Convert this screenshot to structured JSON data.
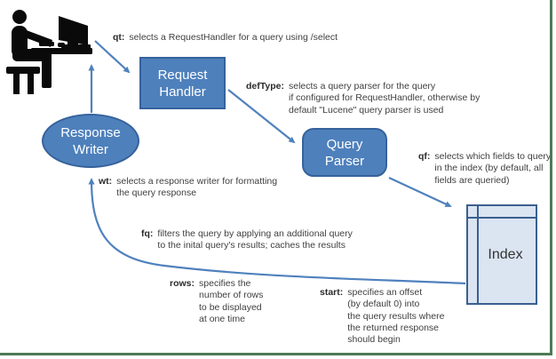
{
  "colors": {
    "node_fill": "#4E80BC",
    "node_border": "#36629B",
    "node_text": "#FFFFFF",
    "index_fill": "#DBE4F1",
    "index_border": "#3A5F8F",
    "index_text": "#333333",
    "arrow": "#4F81BD",
    "text": "#3F3F3F",
    "key_text": "#2B2B2B",
    "frame_green": "#4D7A55",
    "person": "#0A0A0A"
  },
  "nodes": {
    "request_handler": {
      "lines": [
        "Request",
        "Handler"
      ]
    },
    "query_parser": {
      "lines": [
        "Query",
        "Parser"
      ]
    },
    "response_writer": {
      "lines": [
        "Response",
        "Writer"
      ]
    },
    "index": {
      "label": "Index"
    }
  },
  "annotations": {
    "qt": {
      "key": "qt:",
      "lines": [
        "selects a RequestHandler for a query using /select"
      ]
    },
    "defType": {
      "key": "defType:",
      "lines": [
        "selects a query parser for the query",
        "if configured for RequestHandler, otherwise by",
        "default \"Lucene\" query parser is used"
      ]
    },
    "qf": {
      "key": "qf:",
      "lines": [
        "selects which fields to query",
        "in the index (by default, all",
        "fields are queried)"
      ]
    },
    "wt": {
      "key": "wt:",
      "lines": [
        "selects a response writer for formatting",
        "the query response"
      ]
    },
    "fq": {
      "key": "fq:",
      "lines": [
        "filters the query by applying an additional query",
        "to the inital query's results; caches the results"
      ]
    },
    "rows": {
      "key": "rows:",
      "lines": [
        "specifies the",
        "number of rows",
        "to be displayed",
        "at one time"
      ]
    },
    "start": {
      "key": "start:",
      "lines": [
        "specifies an offset",
        "(by default 0) into",
        "the query results where",
        "the returned response",
        "should begin"
      ]
    }
  }
}
